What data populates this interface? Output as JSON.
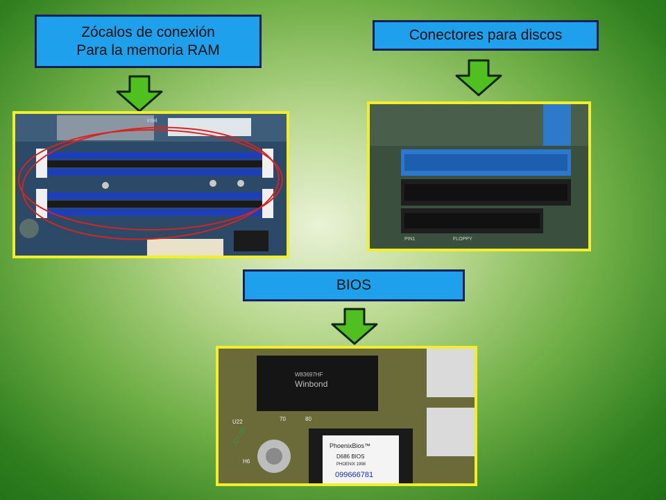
{
  "labels": {
    "ram": "Zócalos de conexión\nPara la memoria RAM",
    "discos": "Conectores para discos",
    "bios": "BIOS"
  },
  "images": {
    "ram_board_text": "intel",
    "disk_labels": [
      "FLOPPY",
      "PIN1"
    ],
    "chip_text": [
      "Winbond",
      "W83697HF"
    ],
    "bios_chip_text": [
      "PhoenixBios™",
      "D686 BIOS",
      "PHOENIX 1998",
      "099666781"
    ],
    "pcb_text": [
      "U22",
      "70",
      "80",
      "H6",
      "JCT OK"
    ]
  },
  "colors": {
    "label_fill": "#1ea0ec",
    "label_border": "#12205a",
    "arrow_fill": "#4fc020",
    "photo_border": "#f3ee2a"
  },
  "icons": [
    "down-arrow-icon"
  ]
}
